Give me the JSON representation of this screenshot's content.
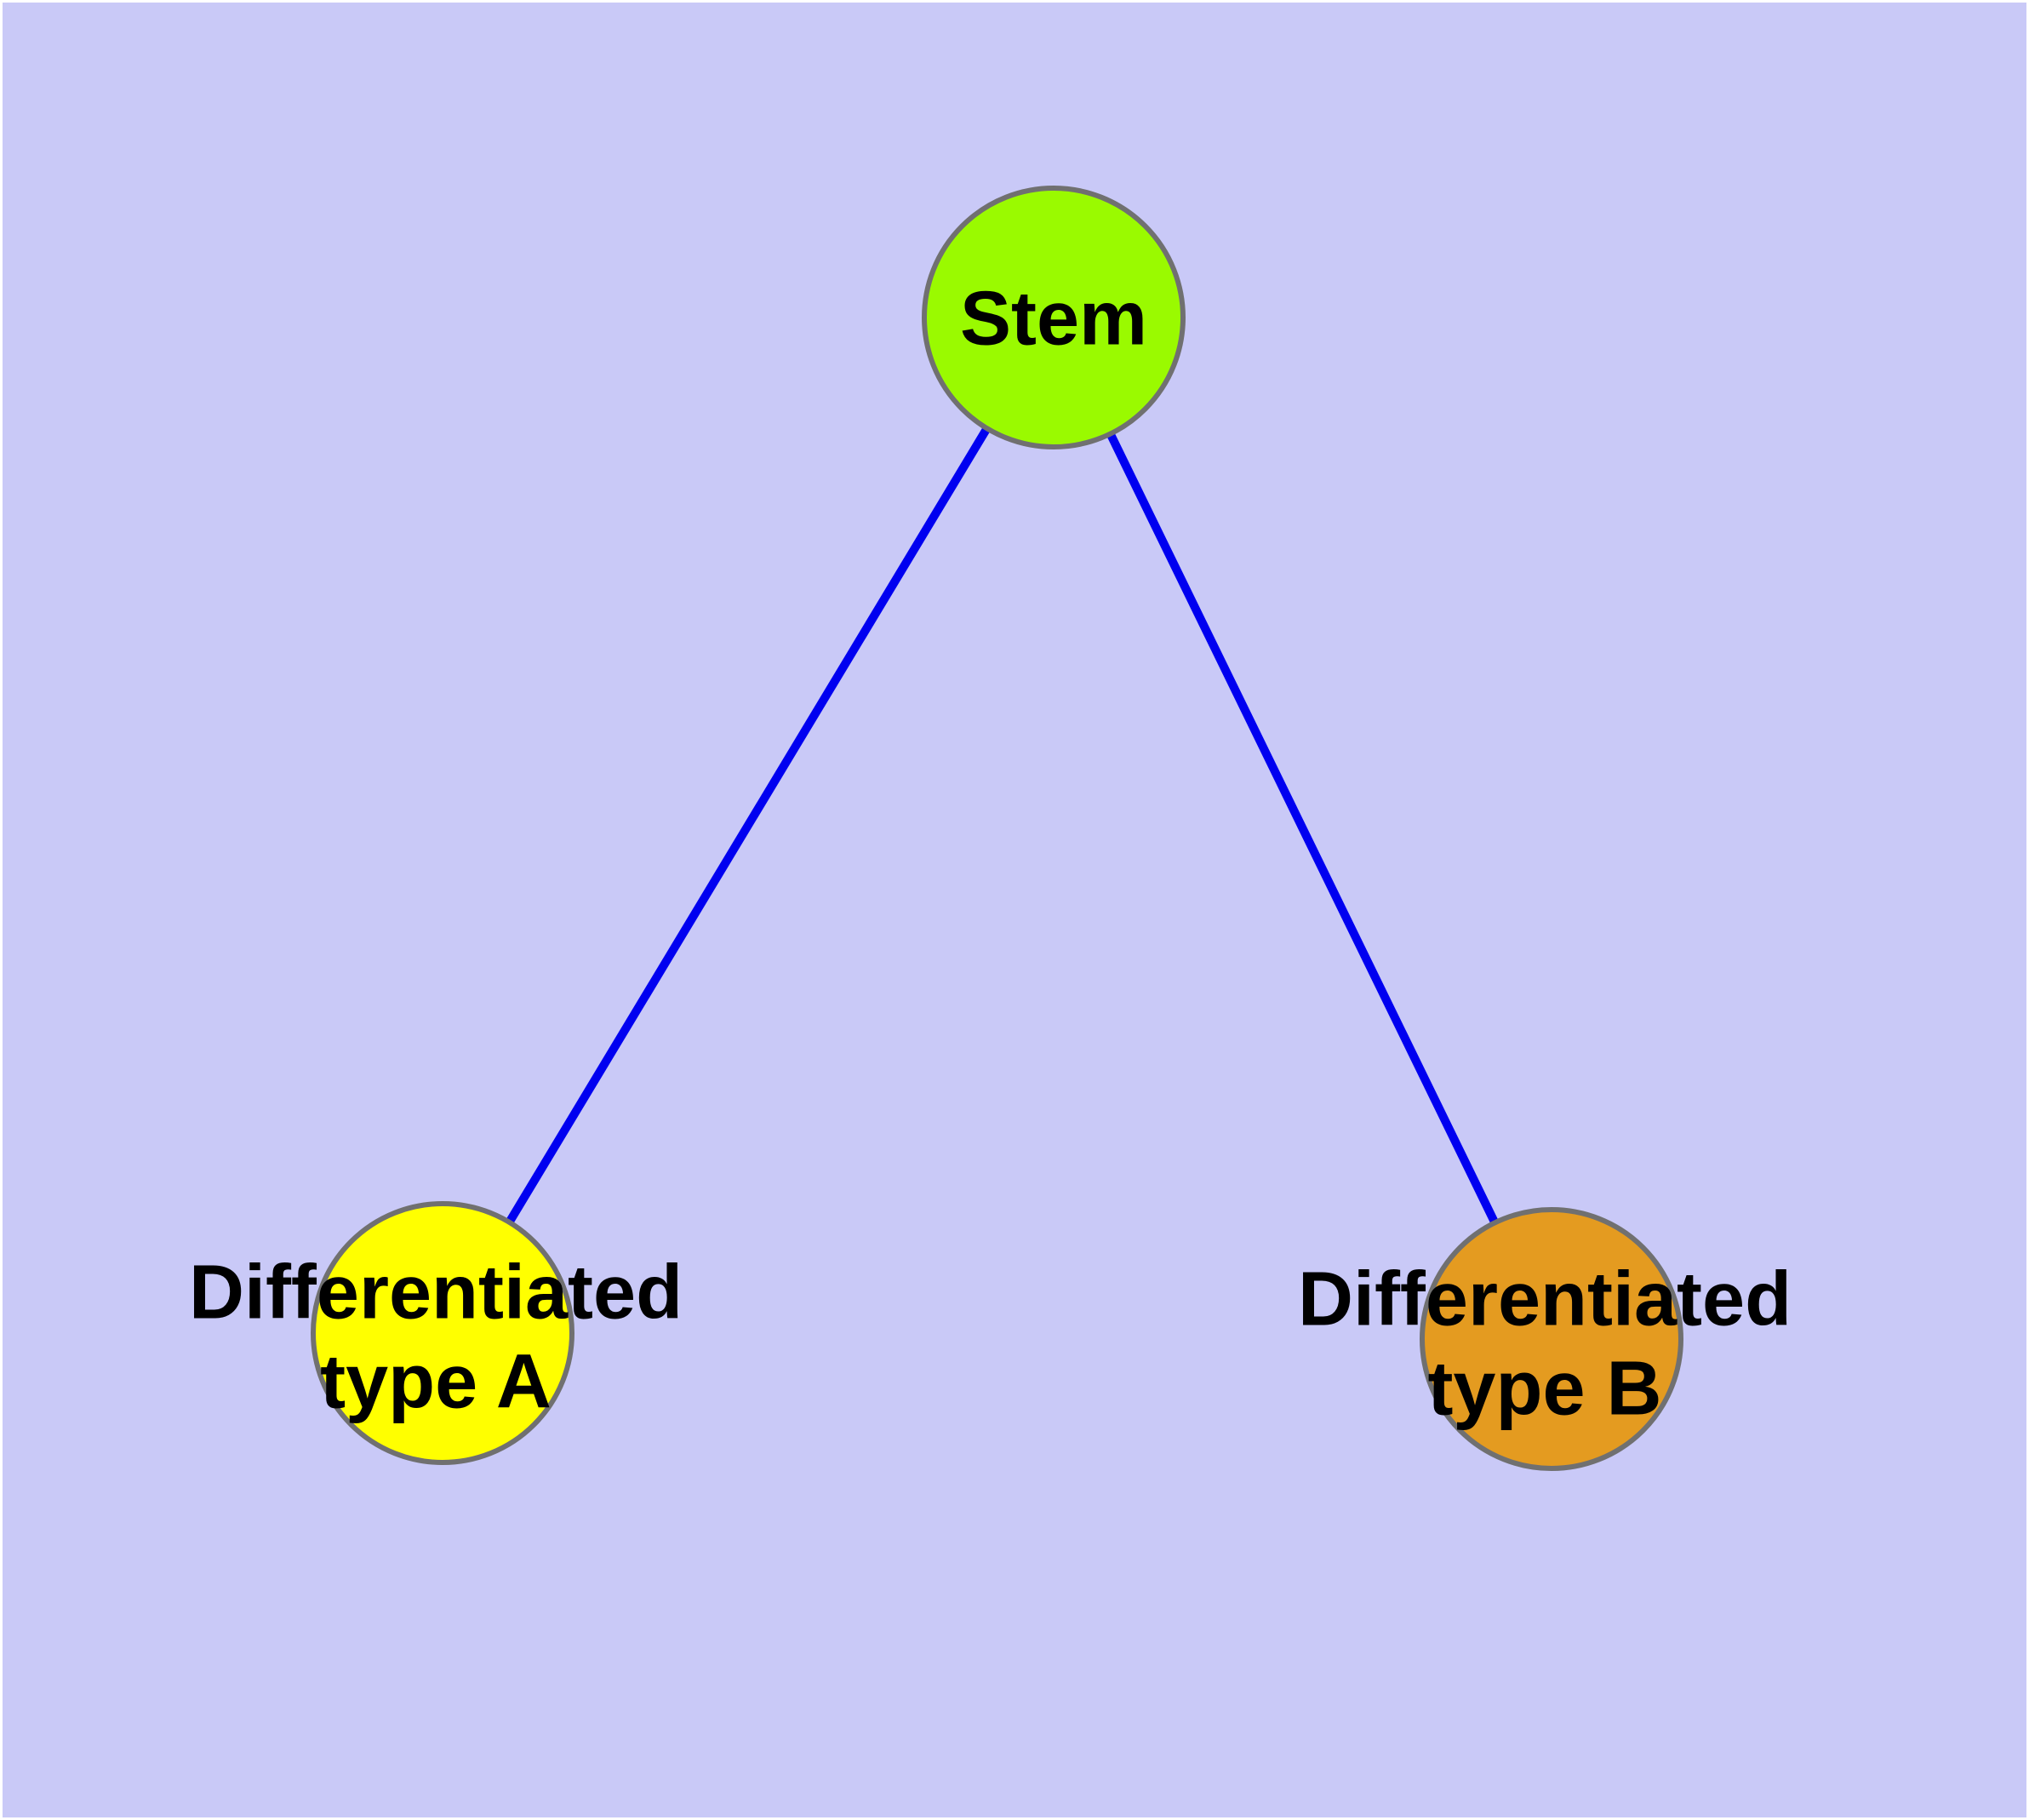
{
  "styles": {
    "canvas_background": "#c9c9f7",
    "frame_color": "#ffffff",
    "edge_color": "#0000f0",
    "node_border_color": "#707070",
    "label_color": "#000000"
  },
  "nodes": {
    "stem": {
      "label": "Stem",
      "fill": "#9afa00"
    },
    "type_a": {
      "label_line1": "Differentiated",
      "label_line2": "type A",
      "fill": "#ffff00"
    },
    "type_b": {
      "label_line1": "Differentiated",
      "label_line2": "type B",
      "fill": "#e49b20"
    }
  },
  "edges": [
    {
      "from": "Stem",
      "to": "Differentiated type A"
    },
    {
      "from": "Stem",
      "to": "Differentiated type B"
    }
  ]
}
